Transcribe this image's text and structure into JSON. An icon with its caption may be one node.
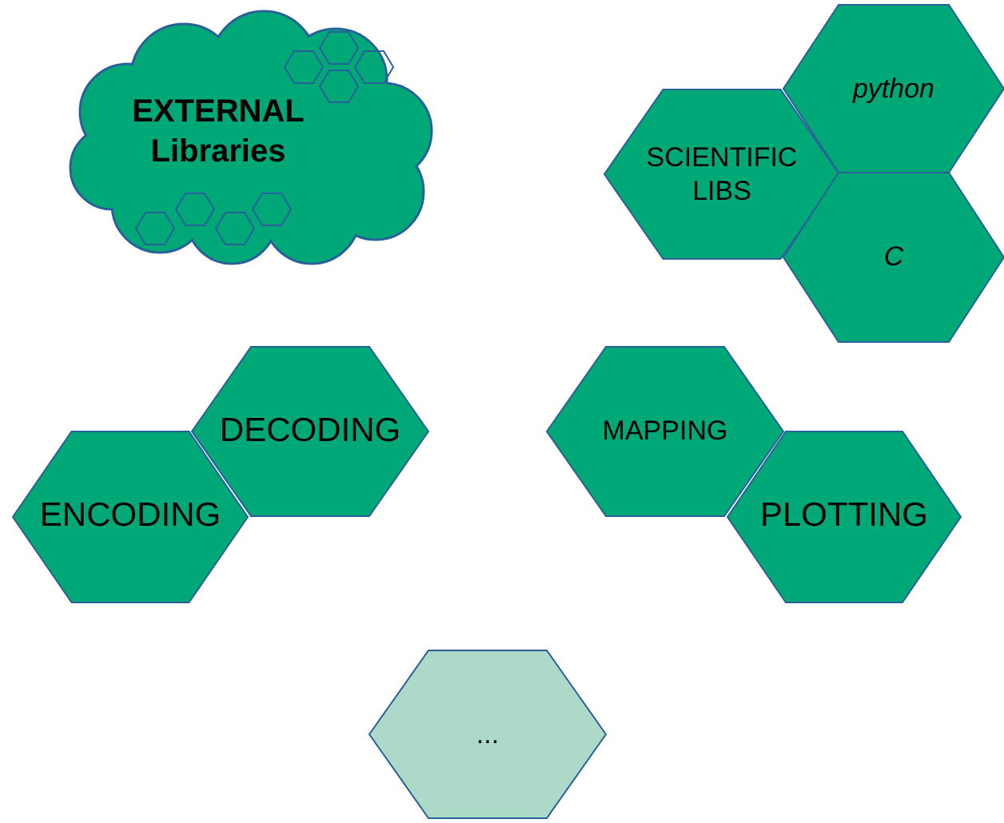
{
  "diagram": {
    "nodes": [
      {
        "text": [
          "EXTERNAL Libraries"
        ]
      },
      {
        "text": [
          "SCIENTIFIC LIBS"
        ]
      },
      {
        "text": [
          "python"
        ]
      },
      {
        "text": [
          "C"
        ]
      },
      {
        "text": [
          "DECODING"
        ]
      },
      {
        "text": [
          "ENCODING"
        ]
      },
      {
        "text": [
          "MAPPING"
        ]
      },
      {
        "text": [
          "PLOTTING"
        ]
      },
      {
        "text": [
          "..."
        ]
      }
    ],
    "edges": []
  }
}
